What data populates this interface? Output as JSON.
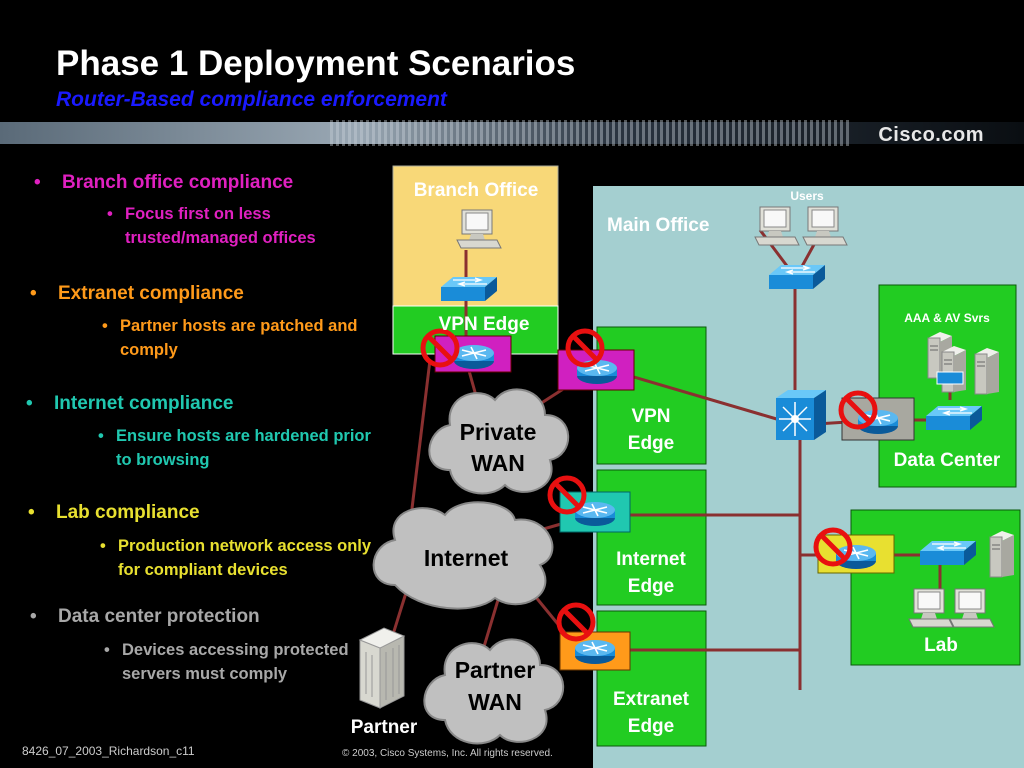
{
  "header": {
    "title": "Phase 1 Deployment Scenarios",
    "subtitle": "Router-Based compliance enforcement",
    "brand": "Cisco.com"
  },
  "bullets": [
    {
      "label": "Branch office compliance",
      "sub": "Focus first on less trusted/managed offices",
      "color": "#e020c0"
    },
    {
      "label": "Extranet compliance",
      "sub": "Partner hosts are patched and comply",
      "color": "#ff9a1a"
    },
    {
      "label": "Internet compliance",
      "sub": "Ensure hosts are hardened prior to browsing",
      "color": "#20c8b0"
    },
    {
      "label": "Lab compliance",
      "sub": "Production network access only for compliant devices",
      "color": "#e8e030"
    },
    {
      "label": "Data center protection",
      "sub": "Devices accessing protected servers must comply",
      "color": "#a8a8a8"
    }
  ],
  "diagram": {
    "branch_office": "Branch Office",
    "vpn_edge_branch": "VPN Edge",
    "main_office": "Main Office",
    "users": "Users",
    "aaa_av": "AAA & AV Svrs",
    "data_center": "Data Center",
    "vpn_edge_1": "VPN",
    "vpn_edge_2": "Edge",
    "internet_edge_1": "Internet",
    "internet_edge_2": "Edge",
    "extranet_edge_1": "Extranet",
    "extranet_edge_2": "Edge",
    "lab": "Lab",
    "private_wan_1": "Private",
    "private_wan_2": "WAN",
    "internet": "Internet",
    "partner_wan_1": "Partner",
    "partner_wan_2": "WAN",
    "partner": "Partner"
  },
  "footer": {
    "left": "8426_07_2003_Richardson_c11",
    "center": "© 2003, Cisco Systems, Inc. All rights reserved."
  },
  "colors": {
    "zone_green": "#22cc22",
    "branch_bg": "#f8d878",
    "main_bg": "#a4cfd0",
    "router": "#1a8cd8",
    "no_sign": "#e81010",
    "link": "#8a3030"
  }
}
